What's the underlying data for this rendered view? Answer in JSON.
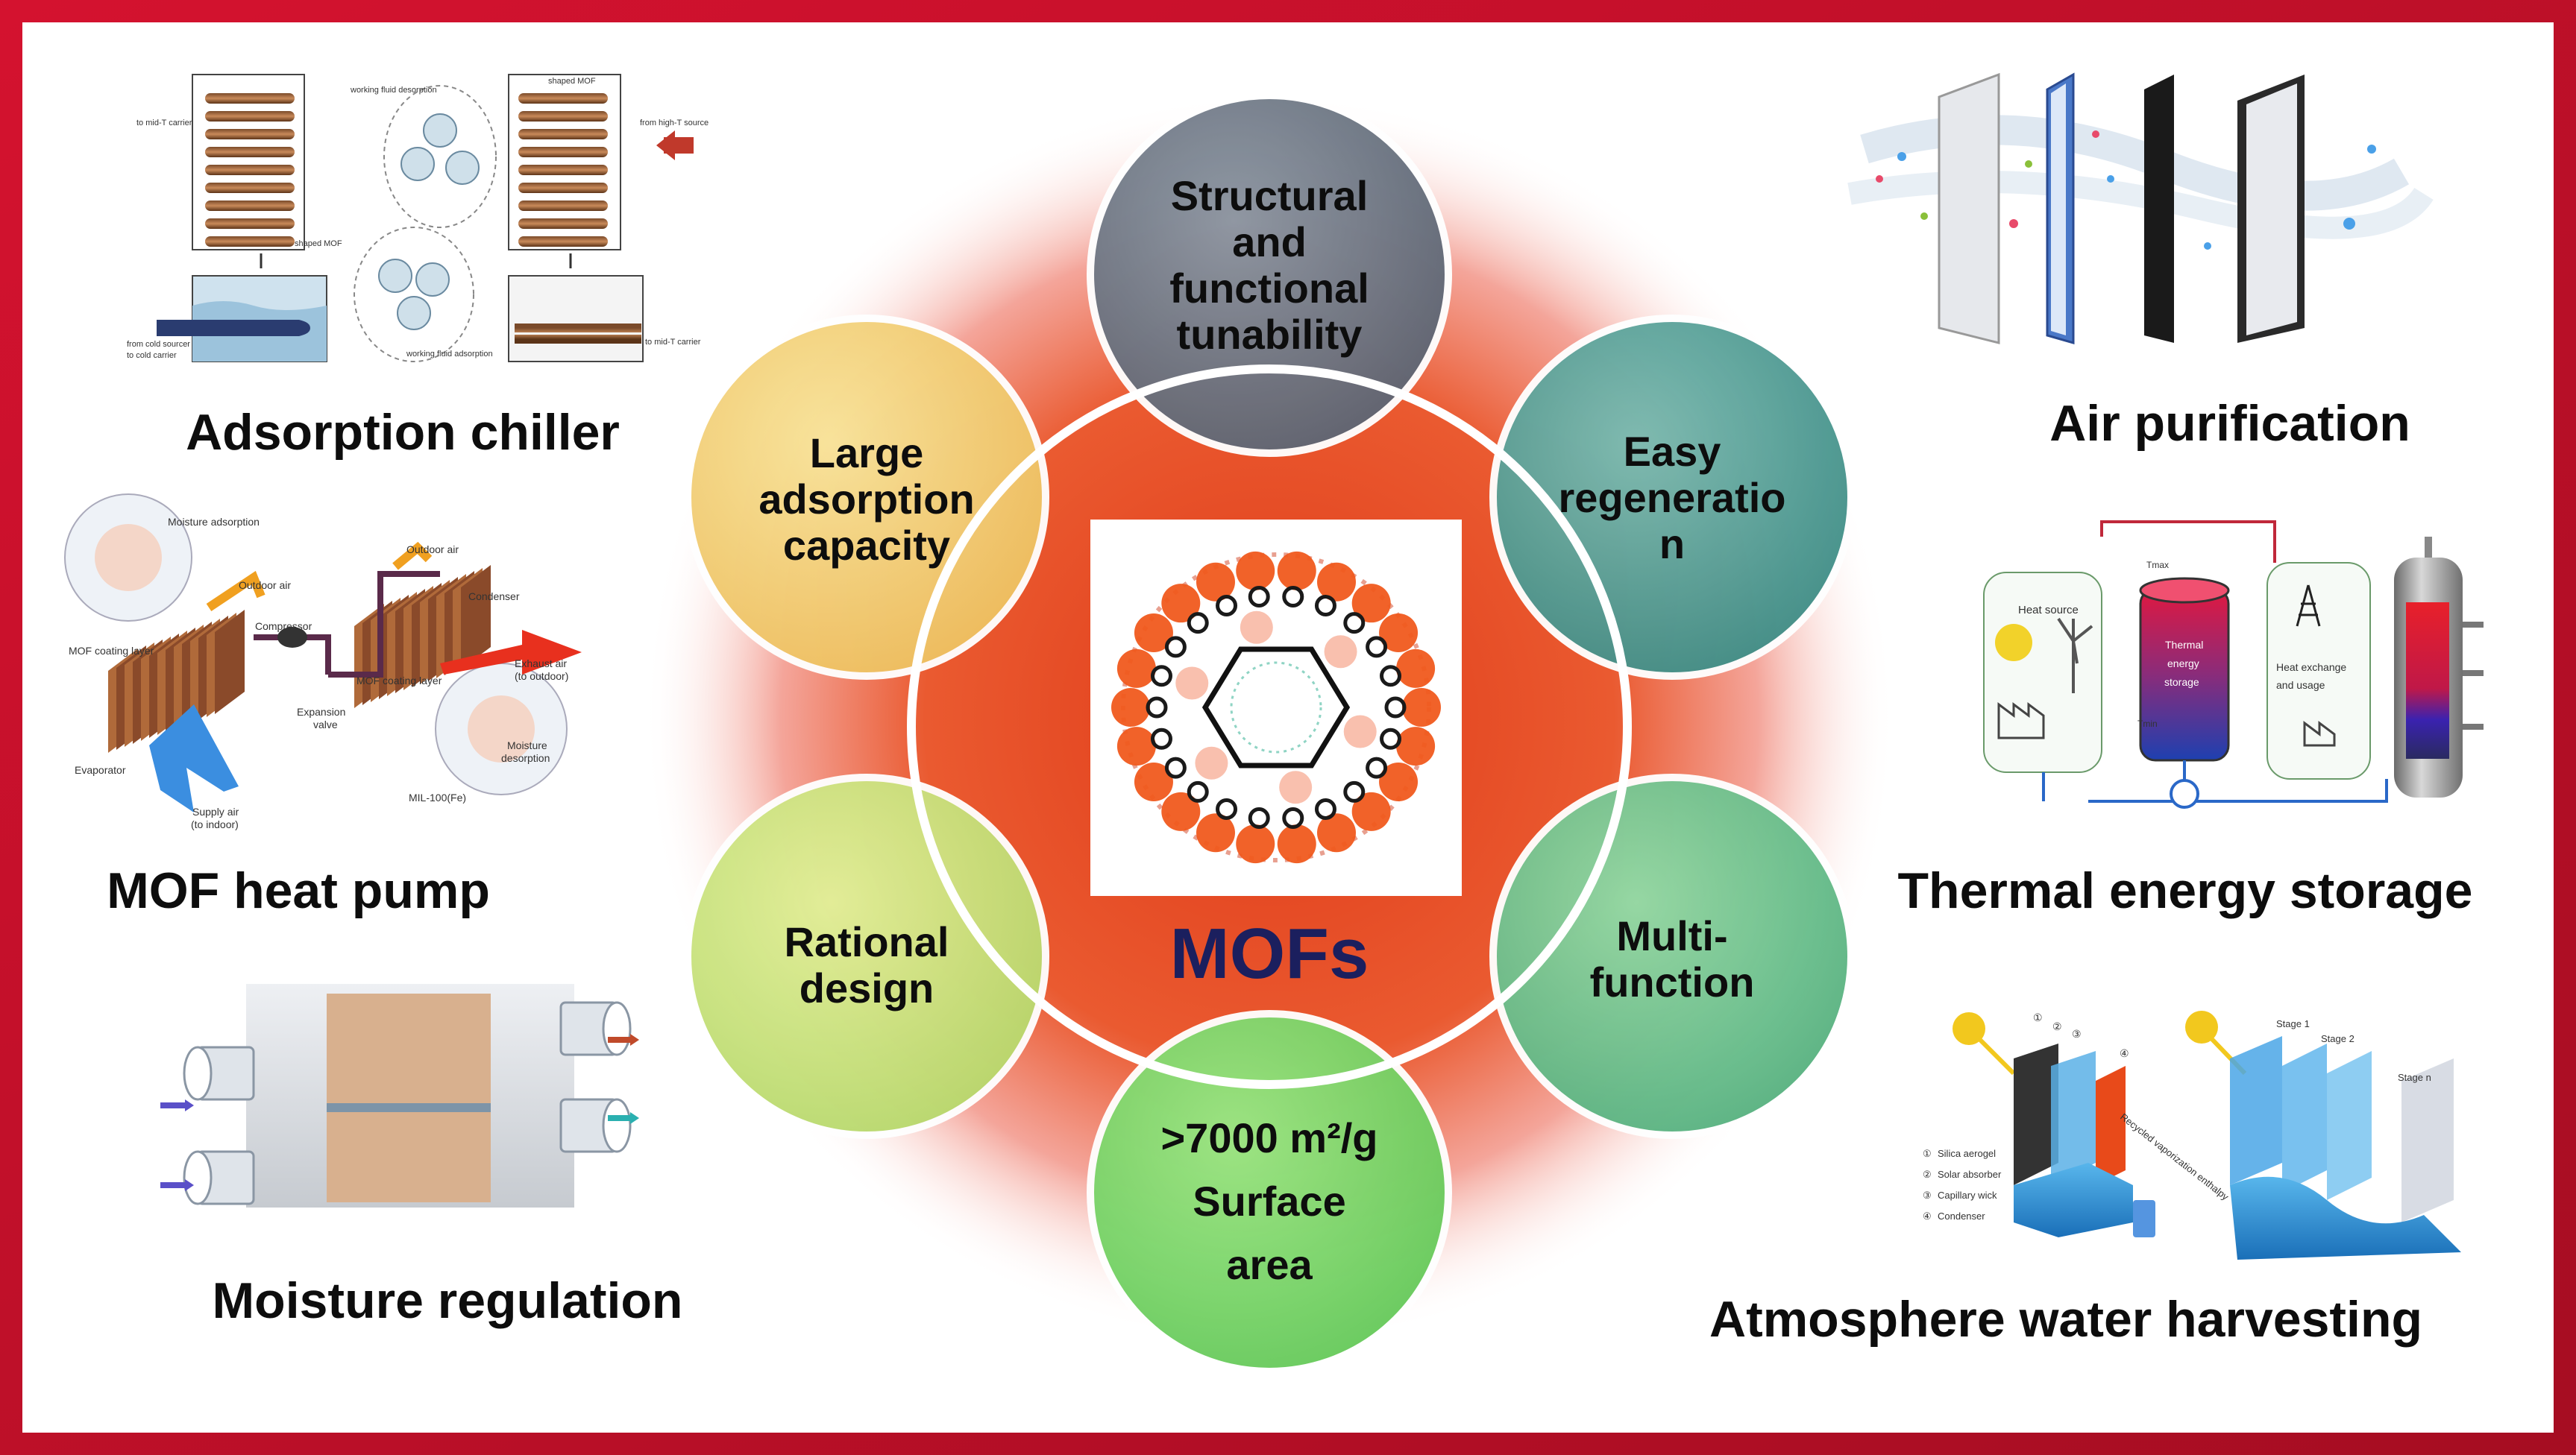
{
  "center": {
    "title": "MOFs",
    "title_color": "#1b1f5e"
  },
  "properties": [
    {
      "lines": [
        "Structural",
        "and",
        "functional",
        "tunability"
      ],
      "color": "#6f7a86"
    },
    {
      "lines": [
        "Easy",
        "regeneratio",
        "n"
      ],
      "color": "#5ea59a"
    },
    {
      "lines": [
        "Multi-",
        "function"
      ],
      "color": "#7fcf92"
    },
    {
      "lines": [
        ">7000 m²/g",
        "Surface",
        "area"
      ],
      "color": "#85dd72"
    },
    {
      "lines": [
        "Rational",
        "design"
      ],
      "color": "#cfe483"
    },
    {
      "lines": [
        "Large",
        "adsorption",
        "capacity"
      ],
      "color": "#f3d67e"
    }
  ],
  "applications": {
    "adsorption_chiller": "Adsorption chiller",
    "heat_pump": "MOF heat pump",
    "moisture": "Moisture regulation",
    "air": "Air purification",
    "thermal": "Thermal energy storage",
    "water": "Atmosphere water harvesting"
  },
  "chiller_labels": {
    "mid_t": "to mid-T carrier",
    "desorption": "working fluid desorption",
    "shaped_mof_top": "shaped MOF",
    "high_t": "from high-T source",
    "shaped_mof": "shaped MOF",
    "cold": "from cold sourcer",
    "cold2": "to cold carrier",
    "adsorption": "working fluid adsorption",
    "mid_t2": "to mid-T carrier"
  },
  "pump_labels": {
    "moisture_ads": "Moisture adsorption",
    "outdoor_air_top": "Outdoor air",
    "outdoor_air": "Outdoor air",
    "condenser": "Condenser",
    "compressor": "Compressor",
    "mof_layer_left": "MOF coating layer",
    "mof_layer_right": "MOF coating layer",
    "exhaust": "Exhaust air",
    "exhaust2": "(to outdoor)",
    "expansion": "Expansion",
    "valve": "valve",
    "moisture_des": "Moisture",
    "desorption": "desorption",
    "evaporator": "Evaporator",
    "supply": "Supply air",
    "supply2": "(to indoor)",
    "mil": "MIL-100(Fe)"
  },
  "thermal_labels": {
    "heat_source": "Heat source",
    "tank1": "Thermal",
    "tank2": "energy",
    "tank3": "storage",
    "tmax": "Tmax",
    "tmin": "Tmin",
    "exchange1": "Heat exchange",
    "exchange2": "and usage"
  },
  "water_labels": {
    "legend": [
      "Silica aerogel",
      "Solar absorber",
      "Capillary wick",
      "Condenser"
    ],
    "nums": [
      "①",
      "②",
      "③",
      "④"
    ],
    "stage1": "Stage 1",
    "stage2": "Stage 2",
    "stagen": "Stage n",
    "recycled": "Recycled vaporization enthalpy"
  },
  "colors": {
    "frame": "#c8102e",
    "ring": "#ffffff",
    "glow_center": "#e8401c"
  }
}
